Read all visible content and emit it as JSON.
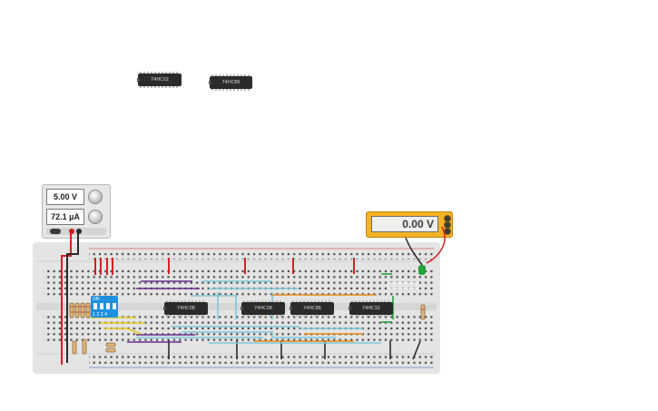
{
  "chips_loose": [
    {
      "label": "74HC02"
    },
    {
      "label": "74HC86"
    }
  ],
  "chips_board": [
    {
      "label": "74HC08"
    },
    {
      "label": "74HC08"
    },
    {
      "label": "74HC86"
    },
    {
      "label": "74HC32"
    }
  ],
  "power_supply": {
    "voltage": "5.00 V",
    "current": "72.1 µA"
  },
  "multimeter": {
    "reading": "0.00 V"
  },
  "dip_switch": {
    "on_label": "ON",
    "numbers": "1234"
  },
  "colors": {
    "breadboard": "#e4e4e4",
    "red_wire": "#d42020",
    "cyan_wire": "#7fc8d8",
    "purple_wire": "#6a2d8f",
    "orange_wire": "#e88a1a",
    "yellow_wire": "#e8c81a",
    "green_led": "#23a33a",
    "multimeter_body": "#f4b323"
  }
}
